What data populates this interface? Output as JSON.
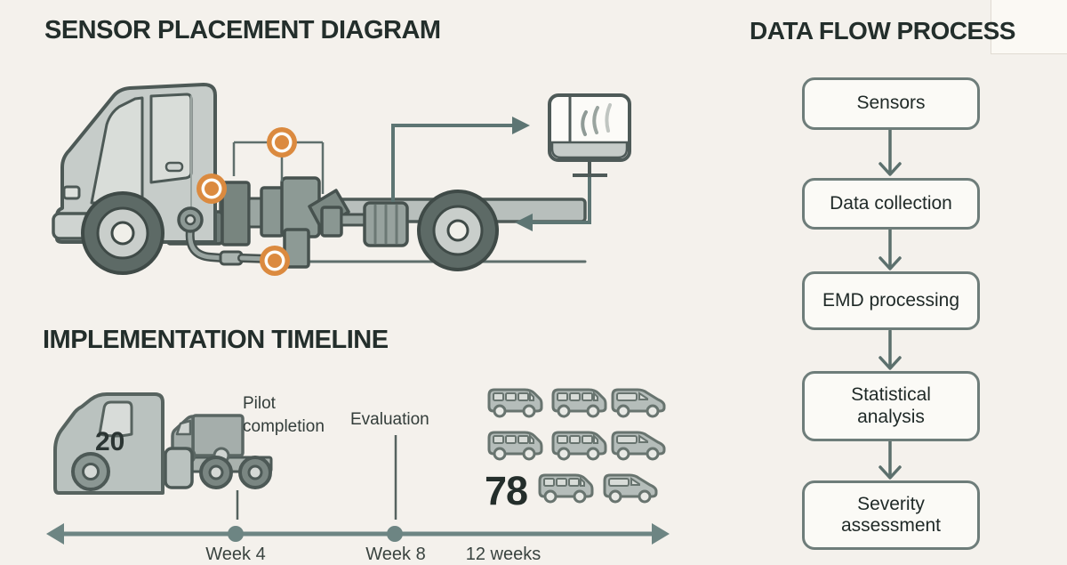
{
  "canvas": {
    "background": "#f4f1ec"
  },
  "sensor_diagram": {
    "title": "SENSOR PLACEMENT DIAGRAM",
    "sensor_marker_count": 3,
    "icons": [
      "truck-icon",
      "sensor-marker-icon",
      "monitor-icon",
      "data-arrow-icon"
    ]
  },
  "data_flow": {
    "title": "DATA FLOW PROCESS",
    "steps": [
      {
        "label": "Sensors"
      },
      {
        "label": "Data collection"
      },
      {
        "label": "EMD processing"
      },
      {
        "label": "Statistical analysis"
      },
      {
        "label": "Severity assessment"
      }
    ]
  },
  "timeline": {
    "title": "IMPLEMENTATION TIMELINE",
    "pilot_truck_count": "20",
    "fleet_count": "78",
    "milestone1_label": "Pilot completion",
    "milestone2_label": "Evaluation",
    "axis_tick1": "Week 4",
    "axis_tick2": "Week 8",
    "axis_tick3": "12 weeks",
    "icons": [
      "pilot-truck-icon",
      "box-truck-icon",
      "van-icon",
      "timeline-arrow-icon"
    ]
  },
  "colors": {
    "accent_orange": "#db8a3f",
    "line_teal": "#6d8583",
    "ink": "#25302d",
    "box_border": "#6e7d7a",
    "box_fill": "#fbfaf6",
    "truck_gray": "#c6ccc9"
  }
}
